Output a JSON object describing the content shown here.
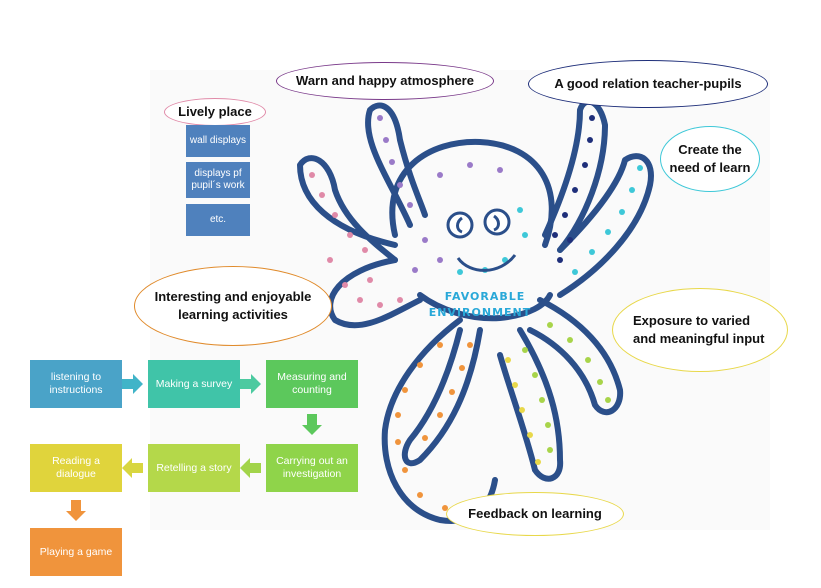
{
  "center_label": {
    "line1": "FAVORABLE",
    "line2": "ENVIRONMENT"
  },
  "ovals": {
    "warm_atmosphere": "Warn and happy atmosphere",
    "teacher_relation": "A good relation teacher-pupils",
    "lively_place": "Lively place",
    "create_need": "Create the need of learn",
    "interesting_activities": "Interesting and enjoyable learning activities",
    "exposure_input": "Exposure to varied and meaningful input",
    "feedback": "Feedback on learning"
  },
  "lively_items": [
    "wall displays",
    "displays pf pupil´s work",
    "etc."
  ],
  "sequence": [
    "listening to instructions",
    "Making a survey",
    "Measuring and counting",
    "Carrying out an investigation",
    "Retelling a story",
    "Reading a dialogue",
    "Playing a game"
  ],
  "colors": {
    "blue_box": "#4f81bd",
    "step_blue": "#4aa3c8",
    "step_teal": "#40c4a8",
    "step_green": "#5cc85c",
    "step_lime": "#a8d44a",
    "step_yellow": "#e0d43c",
    "step_orange": "#f0943c",
    "octopus_outline": "#2b4f8a",
    "oval_purple": "#7a3a8a",
    "oval_navy": "#1f2f7a",
    "oval_cyan": "#3ec8d8",
    "oval_orange": "#e08a2a",
    "oval_yellow": "#e8d84a",
    "oval_pink": "#e08aa8"
  }
}
